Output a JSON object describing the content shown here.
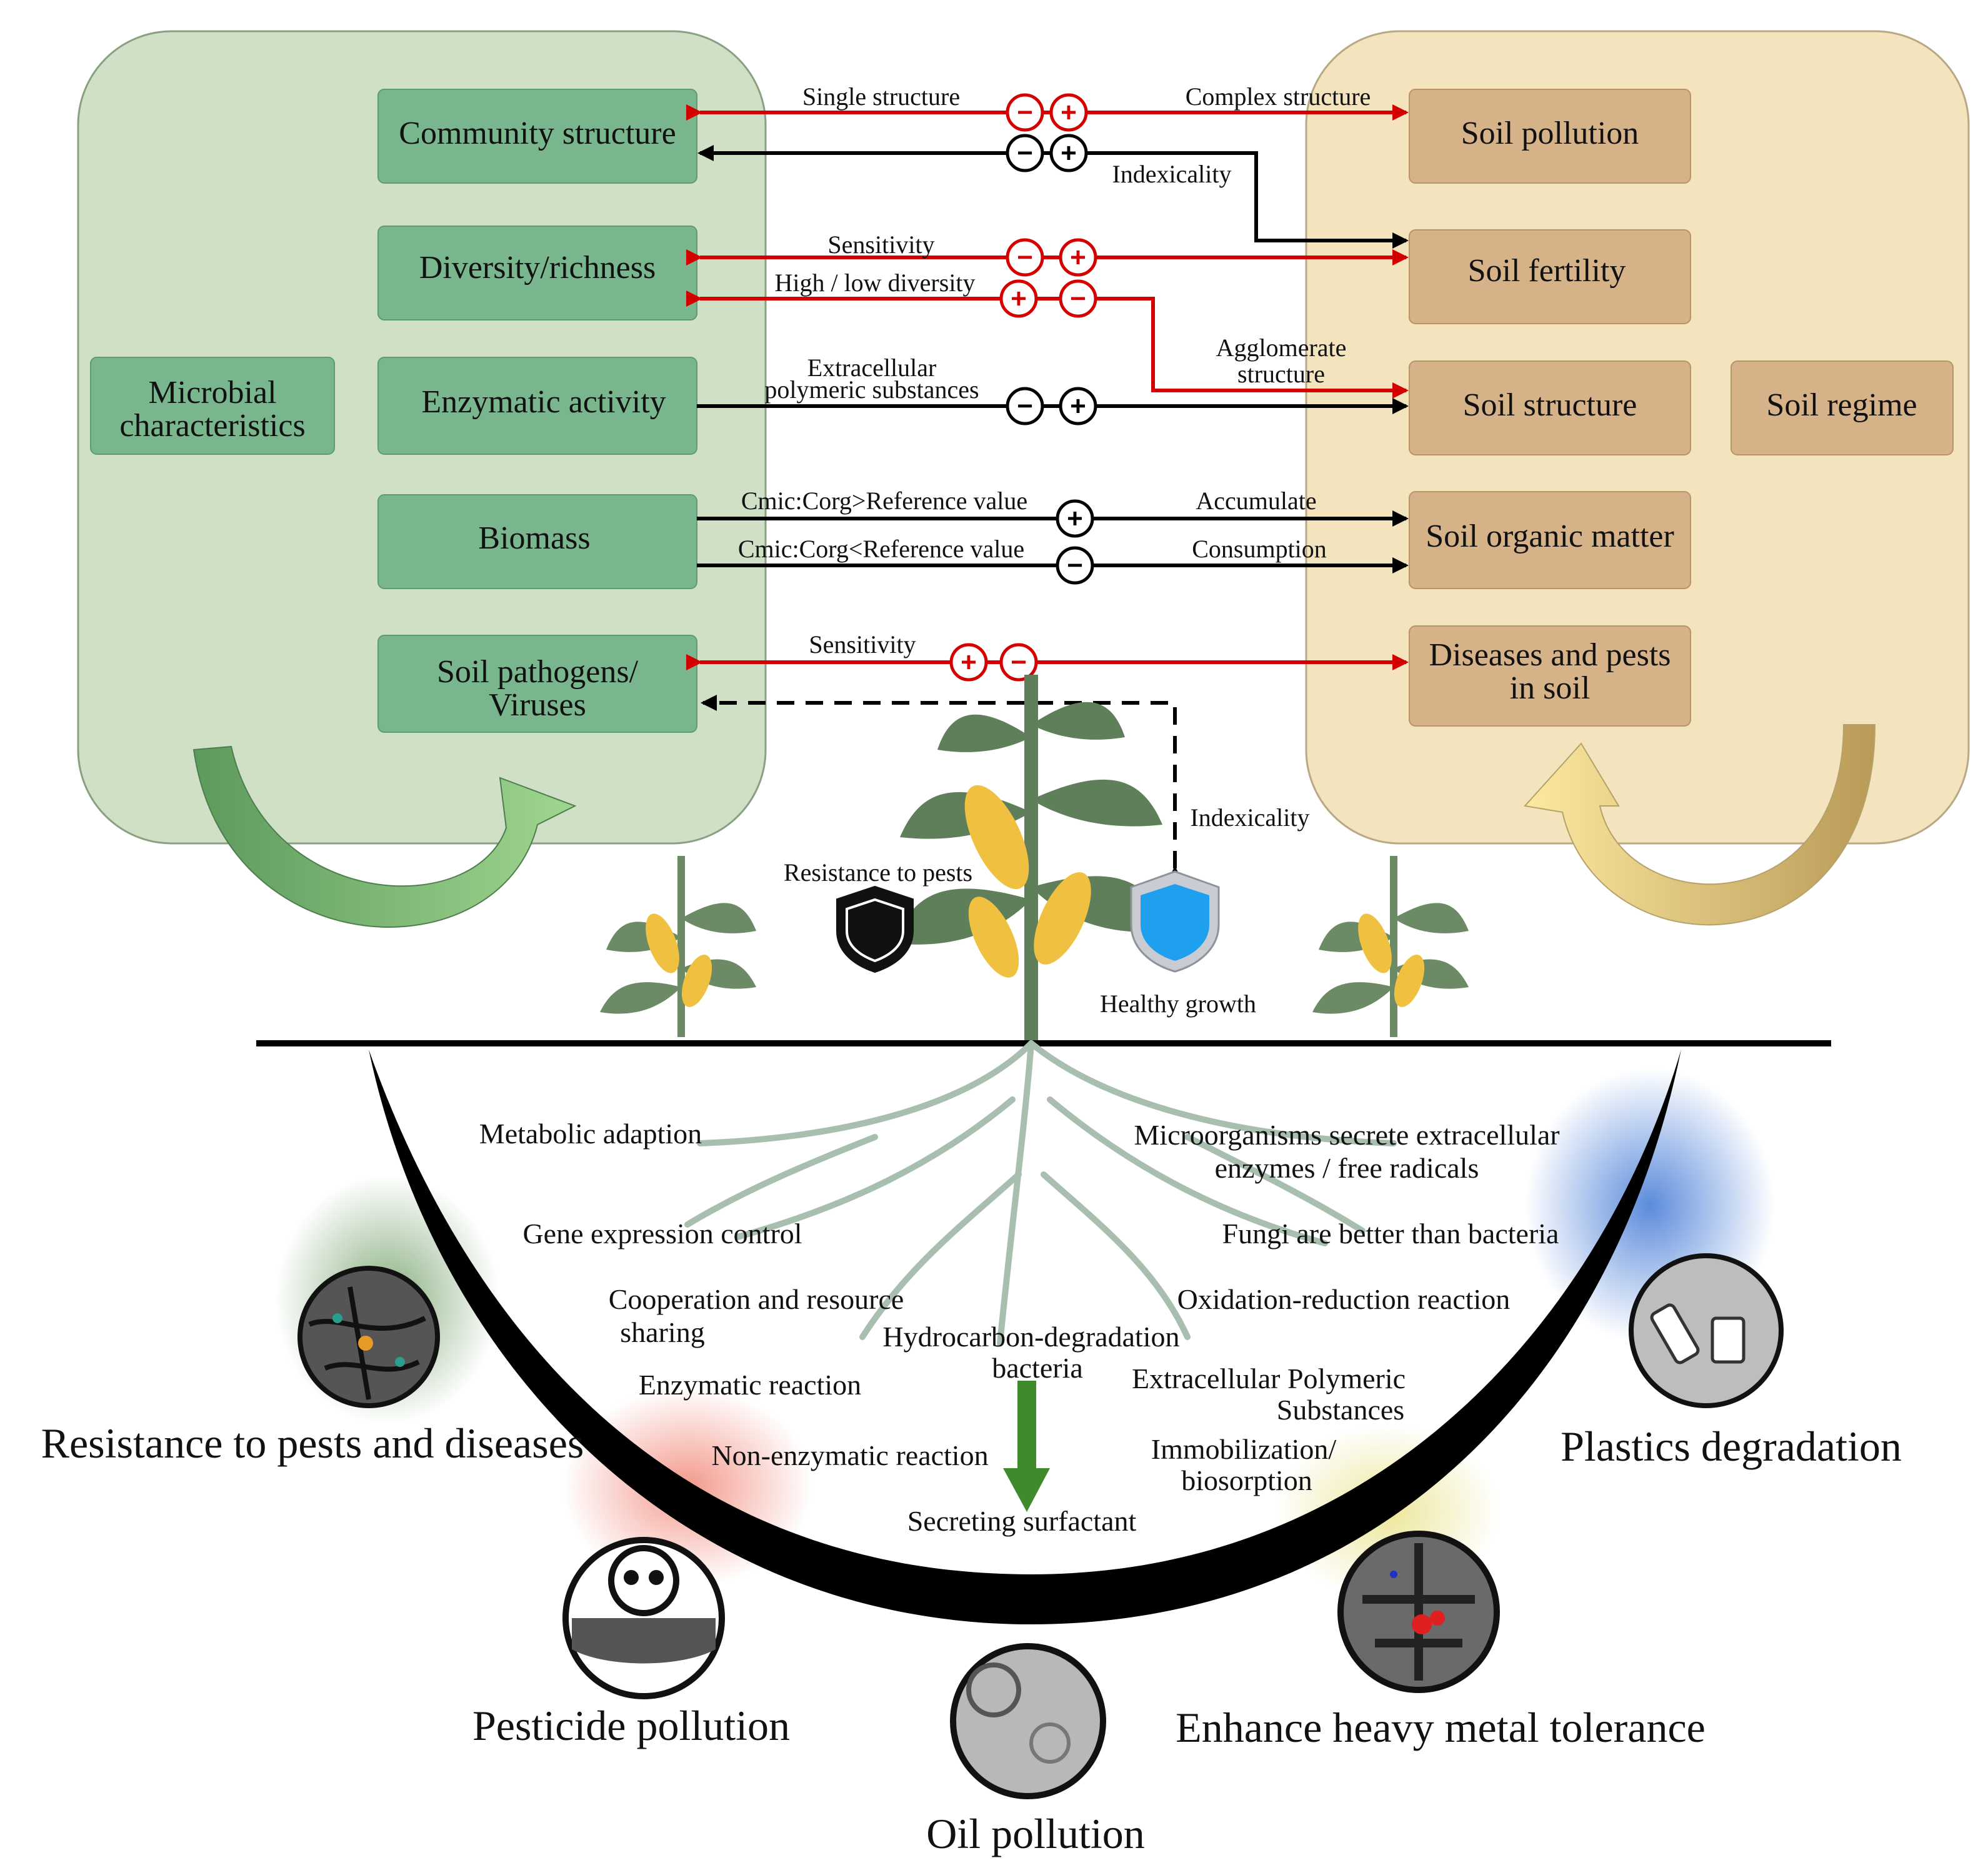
{
  "colors": {
    "green_panel": "#cfe0c7",
    "green_box": "#79b58d",
    "tan_panel": "#f4e4bd",
    "tan_box": "#d6b288",
    "red": "#d40000",
    "black": "#000000"
  },
  "left_panel": {
    "main_label_lines": [
      "Microbial",
      "characteristics"
    ],
    "boxes": [
      {
        "id": "community",
        "lines": [
          "Community structure"
        ]
      },
      {
        "id": "diversity",
        "lines": [
          "Diversity/richness"
        ]
      },
      {
        "id": "enzymatic",
        "lines": [
          "Enzymatic activity"
        ]
      },
      {
        "id": "biomass",
        "lines": [
          "Biomass"
        ]
      },
      {
        "id": "pathogens",
        "lines": [
          "Soil pathogens/",
          "Viruses"
        ]
      }
    ]
  },
  "right_panel": {
    "regime_label": "Soil regime",
    "boxes": [
      {
        "id": "pollution",
        "lines": [
          "Soil pollution"
        ]
      },
      {
        "id": "fertility",
        "lines": [
          "Soil fertility"
        ]
      },
      {
        "id": "structure",
        "lines": [
          "Soil structure"
        ]
      },
      {
        "id": "organic",
        "lines": [
          "Soil organic matter"
        ]
      },
      {
        "id": "diseases",
        "lines": [
          "Diseases and pests",
          "in soil"
        ]
      }
    ]
  },
  "edge_labels": {
    "single_structure": "Single structure",
    "complex_structure": "Complex structure",
    "indexicality_top": "Indexicality",
    "sensitivity_top": "Sensitivity",
    "high_low_diversity": "High / low diversity",
    "agglomerate": [
      "Agglomerate",
      "structure"
    ],
    "extracellular": [
      "Extracellular",
      "polymeric substances"
    ],
    "cmic_greater": "Cmic:Corg>Reference value",
    "cmic_less": "Cmic:Corg<Reference value",
    "accumulate": "Accumulate",
    "consumption": "Consumption",
    "sensitivity_bottom": "Sensitivity",
    "indexicality_bottom": "Indexicality"
  },
  "signs": {
    "minus": "−",
    "plus": "+"
  },
  "plant_labels": {
    "resistance_to_pests": "Resistance to pests",
    "healthy_growth": "Healthy growth"
  },
  "soil_labels": {
    "metabolic": "Metabolic adaption",
    "gene": "Gene expression control",
    "cooperation": [
      "Cooperation and resource",
      "sharing"
    ],
    "enzymatic_reaction": "Enzymatic reaction",
    "non_enzymatic": "Non-enzymatic reaction",
    "hydrocarbon": [
      "Hydrocarbon-degradation",
      "bacteria"
    ],
    "surfactant": "Secreting surfactant",
    "microorganisms": [
      "Microorganisms secrete extracellular",
      "enzymes / free radicals"
    ],
    "fungi": "Fungi are better than bacteria",
    "oxidation": "Oxidation-reduction reaction",
    "eps": [
      "Extracellular Polymeric",
      "Substances"
    ],
    "immobilization": [
      "Immobilization/",
      "biosorption"
    ]
  },
  "outcomes": {
    "resistance": "Resistance to pests and diseases",
    "pesticide": "Pesticide pollution",
    "oil": "Oil pollution",
    "heavy_metal": "Enhance heavy metal tolerance",
    "plastics": "Plastics degradation"
  }
}
